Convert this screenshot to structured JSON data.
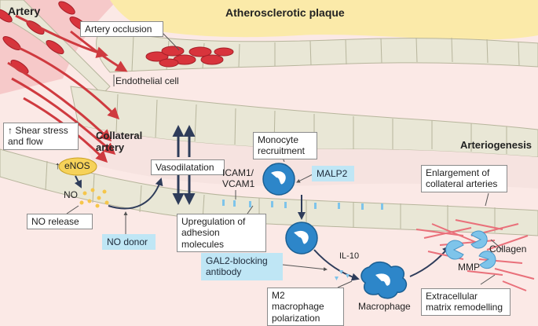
{
  "labels": {
    "artery": "Artery",
    "plaque": "Atherosclerotic plaque",
    "artery_occlusion": "Artery occlusion",
    "endothelial_cell": "Endothelial cell",
    "shear_stress": "↑ Shear stress\nand flow",
    "collateral_artery": "Collateral\nartery",
    "enos_arrow": "↑",
    "enos": "eNOS",
    "no": "NO",
    "no_release": "NO release",
    "no_donor": "NO donor",
    "vasodilatation": "Vasodilatation",
    "icam_vcam": "ICAM1/\nVCAM1",
    "upregulation": "Upregulation of\nadhesion molecules",
    "monocyte_recruitment": "Monocyte\nrecruitment",
    "malp2": "MALP2",
    "arteriogenesis": "Arteriogenesis",
    "enlargement": "Enlargement of\ncollateral arteries",
    "collagen": "Collagen",
    "mmp": "MMP",
    "ecm_remodelling": "Extracellular\nmatrix remodelling",
    "gal2_blocking": "GAL2-blocking\nantibody",
    "il10": "IL-10",
    "m2_polarization": "M2 macrophage\npolarization",
    "macrophage": "Macrophage"
  },
  "colors": {
    "background": "#fbe9e6",
    "plaque": "#fbeaa9",
    "endothelium": "#e9e7d6",
    "cell_outline": "#b7b59c",
    "rbc": "#d8343c",
    "flow_arrow": "#cf3a3f",
    "navy_arrow": "#2e3c5a",
    "monocyte": "#2d86c9",
    "info_box": "#bfe6f5",
    "enos": "#f6d25a",
    "collagen": "#e9707a"
  }
}
